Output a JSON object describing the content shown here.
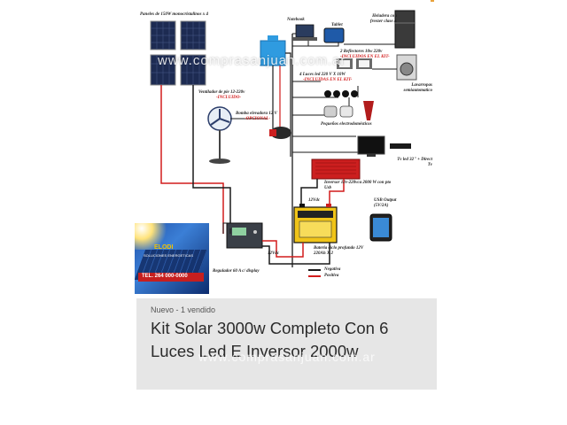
{
  "diagram": {
    "labels": {
      "panels": "Paneles de 150W monocristalinos x 4",
      "notebook": "Notebook",
      "tablet": "Tablet",
      "fridge": "Heladera con freezer clase A",
      "reflectors": "2 Reflectores 10w 220v",
      "reflectors_included": "-INCLUIDOS EN EL KIT-",
      "leds": "4 Luces led 220 V X 10W",
      "leds_included": "-INCLUIDAS EN EL KIT-",
      "washer": "Lavarropas semiautomatico",
      "fan": "Ventilador de pie 12-220v",
      "fan_included": "-INCLUIDO-",
      "pump": "Bomba elevadora 12 V",
      "pump_optional": "-OPCIONAL-",
      "small_appliances": "Pequeños electrodomésticos",
      "tv": "Tv led 32\" + Direct Tv",
      "inverter": "Inversor 12v-220vca 2000 W con pto Usb",
      "usb": "USB Output (5V/2A)",
      "battery_v": "12Vdc",
      "battery": "Bateria ciclo profundo 12V 220Ah X 2",
      "controller_v": "12Vdc",
      "controller": "Regulador 60 A c/ display",
      "negative": "Negativa",
      "positive": "Positiva"
    },
    "watermark": "www.comprasanjuan.com.ar",
    "banner": {
      "name": "ELODI",
      "line": "SOLUCIONES ENERGETICAS",
      "phone": "TEL. 264 000-0000"
    },
    "colors": {
      "wire_positive": "#d21c1c",
      "wire_negative": "#1a1a1a",
      "tank": "#2f9be0",
      "inverter": "#cc1f1f",
      "battery": "#f0c419"
    }
  },
  "listing": {
    "subtitle": "Nuevo - 1 vendido",
    "title": "Kit Solar 3000w Completo Con 6 Luces Led E Inversor 2000w",
    "watermark": "www.comprasanjuan.com.ar"
  }
}
